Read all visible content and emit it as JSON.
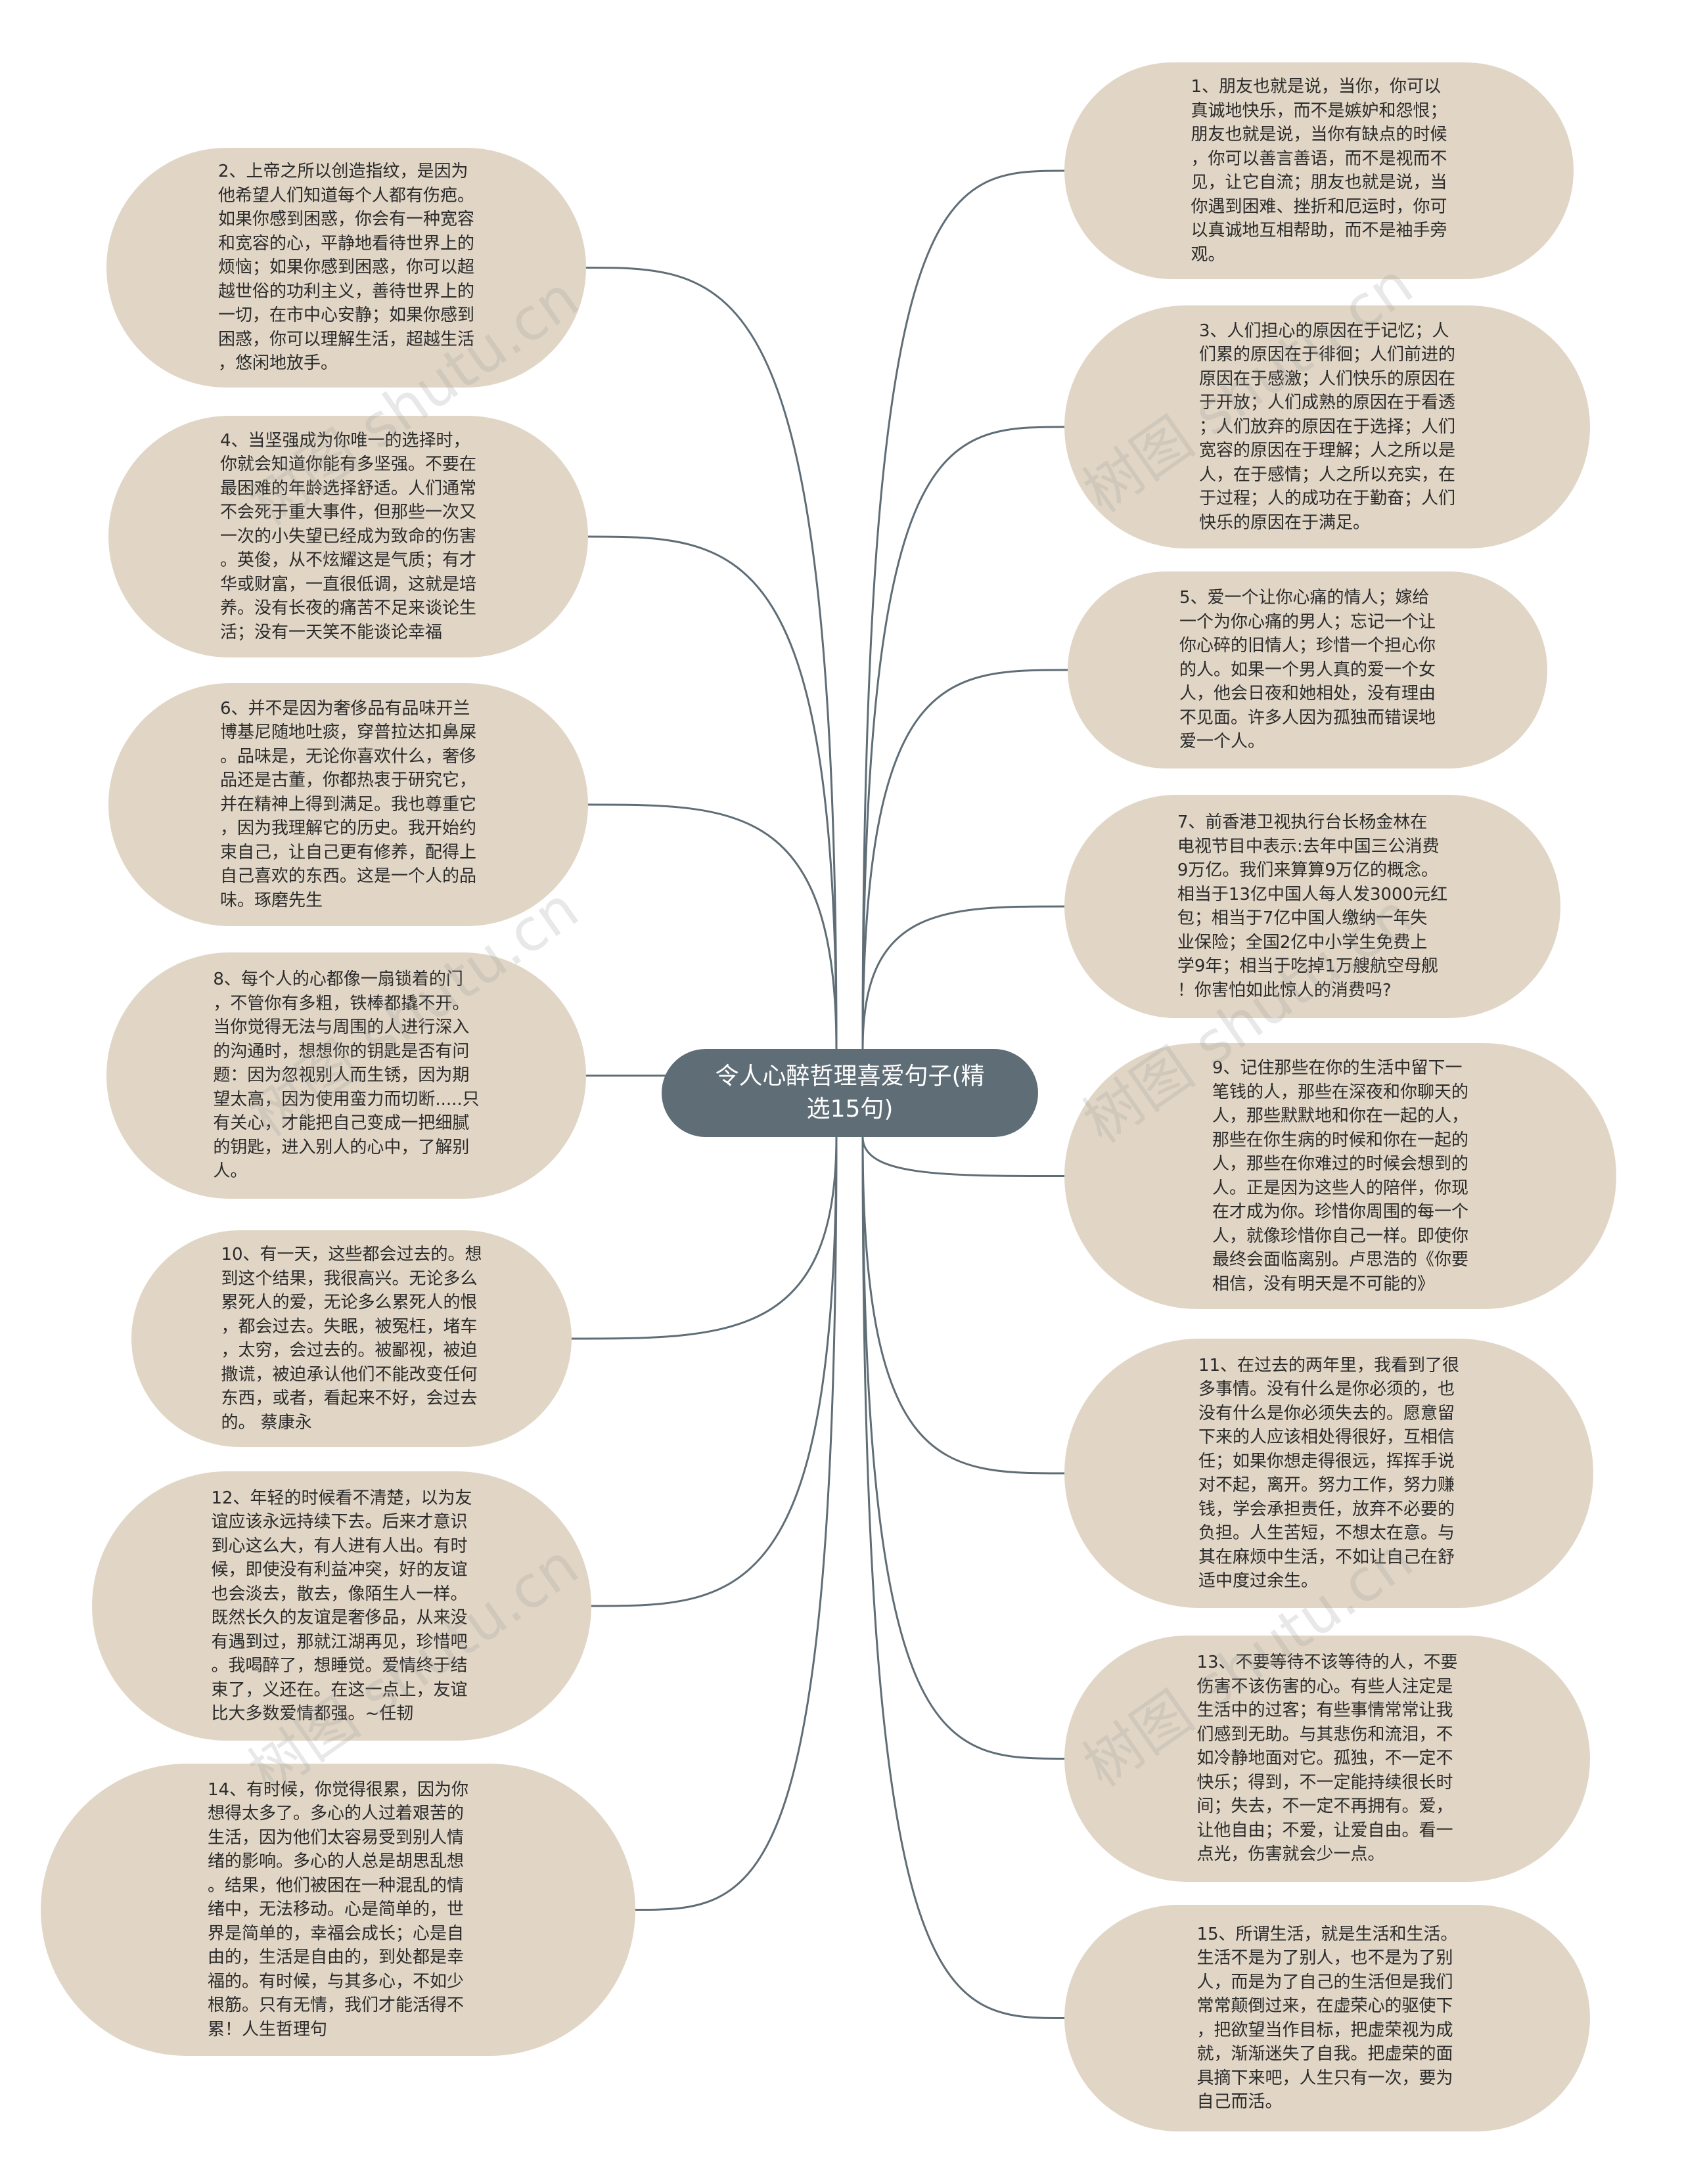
{
  "diagram": {
    "center": "令人心醉哲理喜爱句子(精\n选15句)",
    "nodes": [
      {
        "id": "n1",
        "text": "1、朋友也就是说，当你，你可以\n真诚地快乐，而不是嫉妒和怨恨；\n朋友也就是说，当你有缺点的时候\n，你可以善言善语，而不是视而不\n见，让它自流；朋友也就是说，当\n你遇到困难、挫折和厄运时，你可\n以真诚地互相帮助，而不是袖手旁\n观。"
      },
      {
        "id": "n2",
        "text": "2、上帝之所以创造指纹，是因为\n他希望人们知道每个人都有伤疤。\n如果你感到困惑，你会有一种宽容\n和宽容的心，平静地看待世界上的\n烦恼；如果你感到困惑，你可以超\n越世俗的功利主义，善待世界上的\n一切，在市中心安静；如果你感到\n困惑，你可以理解生活，超越生活\n，悠闲地放手。"
      },
      {
        "id": "n3",
        "text": "3、人们担心的原因在于记忆；人\n们累的原因在于徘徊；人们前进的\n原因在于感激；人们快乐的原因在\n于开放；人们成熟的原因在于看透\n；人们放弃的原因在于选择；人们\n宽容的原因在于理解；人之所以是\n人，在于感情；人之所以充实，在\n于过程；人的成功在于勤奋；人们\n快乐的原因在于满足。"
      },
      {
        "id": "n4",
        "text": "4、当坚强成为你唯一的选择时，\n你就会知道你能有多坚强。不要在\n最困难的年龄选择舒适。人们通常\n不会死于重大事件，但那些一次又\n一次的小失望已经成为致命的伤害\n。英俊，从不炫耀这是气质；有才\n华或财富，一直很低调，这就是培\n养。没有长夜的痛苦不足来谈论生\n活；没有一天笑不能谈论幸福"
      },
      {
        "id": "n5",
        "text": "5、爱一个让你心痛的情人；嫁给\n一个为你心痛的男人；忘记一个让\n你心碎的旧情人；珍惜一个担心你\n的人。如果一个男人真的爱一个女\n人，他会日夜和她相处，没有理由\n不见面。许多人因为孤独而错误地\n爱一个人。"
      },
      {
        "id": "n6",
        "text": "6、并不是因为奢侈品有品味开兰\n博基尼随地吐痰，穿普拉达扣鼻屎\n。品味是，无论你喜欢什么，奢侈\n品还是古董，你都热衷于研究它，\n并在精神上得到满足。我也尊重它\n，因为我理解它的历史。我开始约\n束自己，让自己更有修养，配得上\n自己喜欢的东西。这是一个人的品\n味。琢磨先生"
      },
      {
        "id": "n7",
        "text": "7、前香港卫视执行台长杨金林在\n电视节目中表示:去年中国三公消费\n9万亿。我们来算算9万亿的概念。\n相当于13亿中国人每人发3000元红\n包；相当于7亿中国人缴纳一年失\n业保险；全国2亿中小学生免费上\n学9年；相当于吃掉1万艘航空母舰\n！你害怕如此惊人的消费吗?"
      },
      {
        "id": "n8",
        "text": "8、每个人的心都像一扇锁着的门\n，不管你有多粗，铁棒都撬不开。\n当你觉得无法与周围的人进行深入\n的沟通时，想想你的钥匙是否有问\n题：因为忽视别人而生锈，因为期\n望太高，因为使用蛮力而切断.....只\n有关心，才能把自己变成一把细腻\n的钥匙，进入别人的心中，了解别\n人。"
      },
      {
        "id": "n9",
        "text": "9、记住那些在你的生活中留下一\n笔钱的人，那些在深夜和你聊天的\n人，那些默默地和你在一起的人，\n那些在你生病的时候和你在一起的\n人，那些在你难过的时候会想到的\n人。正是因为这些人的陪伴，你现\n在才成为你。珍惜你周围的每一个\n人，就像珍惜你自己一样。即使你\n最终会面临离别。卢思浩的《你要\n相信，没有明天是不可能的》"
      },
      {
        "id": "n10",
        "text": "10、有一天，这些都会过去的。想\n到这个结果，我很高兴。无论多么\n累死人的爱，无论多么累死人的恨\n，都会过去。失眠，被冤枉，堵车\n，太穷，会过去的。被鄙视，被迫\n撒谎，被迫承认他们不能改变任何\n东西，或者，看起来不好，会过去\n的。 蔡康永"
      },
      {
        "id": "n11",
        "text": "11、在过去的两年里，我看到了很\n多事情。没有什么是你必须的，也\n没有什么是你必须失去的。愿意留\n下来的人应该相处得很好，互相信\n任；如果你想走得很远，挥挥手说\n对不起，离开。努力工作，努力赚\n钱，学会承担责任，放弃不必要的\n负担。人生苦短，不想太在意。与\n其在麻烦中生活，不如让自己在舒\n适中度过余生。"
      },
      {
        "id": "n12",
        "text": "12、年轻的时候看不清楚，以为友\n谊应该永远持续下去。后来才意识\n到心这么大，有人进有人出。有时\n候，即使没有利益冲突，好的友谊\n也会淡去，散去，像陌生人一样。\n既然长久的友谊是奢侈品，从来没\n有遇到过，那就江湖再见，珍惜吧\n。我喝醉了，想睡觉。爱情终于结\n束了，义还在。在这一点上，友谊\n比大多数爱情都强。~任韧"
      },
      {
        "id": "n13",
        "text": "13、不要等待不该等待的人，不要\n伤害不该伤害的心。有些人注定是\n生活中的过客；有些事情常常让我\n们感到无助。与其悲伤和流泪，不\n如冷静地面对它。孤独，不一定不\n快乐；得到，不一定能持续很长时\n间；失去，不一定不再拥有。爱，\n让他自由；不爱，让爱自由。看一\n点光，伤害就会少一点。"
      },
      {
        "id": "n14",
        "text": "14、有时候，你觉得很累，因为你\n想得太多了。多心的人过着艰苦的\n生活，因为他们太容易受到别人情\n绪的影响。多心的人总是胡思乱想\n。结果，他们被困在一种混乱的情\n绪中，无法移动。心是简单的，世\n界是简单的，幸福会成长；心是自\n由的，生活是自由的，到处都是幸\n福的。有时候，与其多心，不如少\n根筋。只有无情，我们才能活得不\n累！人生哲理句"
      },
      {
        "id": "n15",
        "text": "15、所谓生活，就是生活和生活。\n生活不是为了别人，也不是为了别\n人，而是为了自己的生活但是我们\n常常颠倒过来，在虚荣心的驱使下\n，把欲望当作目标，把虚荣视为成\n就，渐渐迷失了自我。把虚荣的面\n具摘下来吧，人生只有一次，要为\n自己而活。"
      }
    ],
    "watermark": "树图 shutu.cn"
  },
  "colors": {
    "node_fill": "#e1d6c6",
    "center_fill": "#5f6d76",
    "edge": "#5f6d76"
  }
}
